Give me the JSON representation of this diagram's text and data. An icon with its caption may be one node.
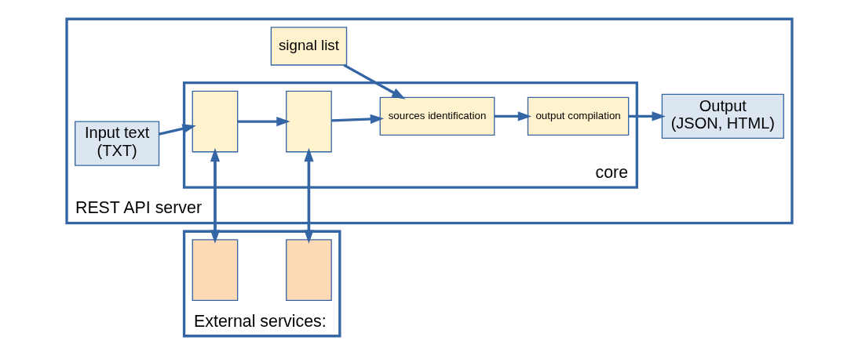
{
  "diagram": {
    "nodes": [
      {
        "text": [
          "External services:"
        ]
      },
      {
        "text": [],
        "shape": "box",
        "in": 0
      },
      {
        "text": [],
        "shape": "box",
        "in": 0
      },
      {
        "text": [
          "REST API server"
        ]
      },
      {
        "text": [
          "signal list"
        ],
        "in": 3
      },
      {
        "text": [
          "core"
        ],
        "in": 3
      },
      {
        "text": [
          "Input text",
          "(TXT)"
        ],
        "in": 3
      },
      {
        "text": [],
        "shape": "box",
        "in": 5
      },
      {
        "text": [],
        "shape": "box",
        "in": 5
      },
      {
        "text": [
          "sources identification"
        ],
        "in": 5
      },
      {
        "text": [
          "output compilation"
        ],
        "in": 5
      },
      {
        "text": [
          "Output",
          "(JSON, HTML)"
        ],
        "in": 3
      }
    ],
    "edges": [
      {
        "from": 6,
        "to": 7,
        "arrow": "to"
      },
      {
        "from": 7,
        "to": 8,
        "arrow": "to"
      },
      {
        "from": 8,
        "to": 9,
        "arrow": "to"
      },
      {
        "from": 9,
        "to": 10,
        "arrow": "to"
      },
      {
        "from": 10,
        "to": 11,
        "arrow": "to"
      },
      {
        "from": 7,
        "to": 1,
        "arrow": "to"
      },
      {
        "from": 1,
        "to": 7,
        "arrow": "to"
      },
      {
        "from": 8,
        "to": 2,
        "arrow": "to"
      },
      {
        "from": 2,
        "to": 8,
        "arrow": "to"
      },
      {
        "from": 4,
        "to": 9,
        "arrow": "to"
      }
    ]
  }
}
